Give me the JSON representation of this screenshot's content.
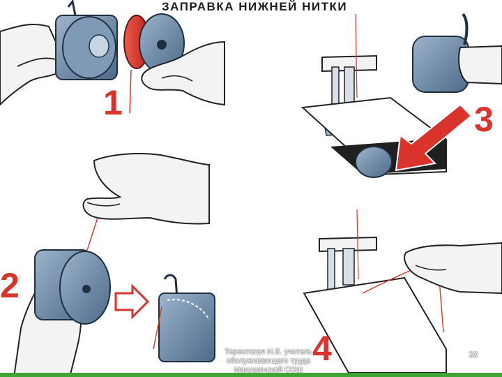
{
  "title": "ЗАПРАВКА НИЖНЕЙ НИТКИ",
  "steps": [
    "1",
    "2",
    "3",
    "4"
  ],
  "footer": {
    "author_line1": "Терентская И.В. учитель",
    "author_line2": "обслуживающего труда",
    "author_line3": "Макушинской СОШ",
    "slide_number": "30"
  },
  "colors": {
    "accent_red": "#d9332b",
    "steel_blue": "#5e7d9c",
    "bar_green": "#3fa636"
  }
}
